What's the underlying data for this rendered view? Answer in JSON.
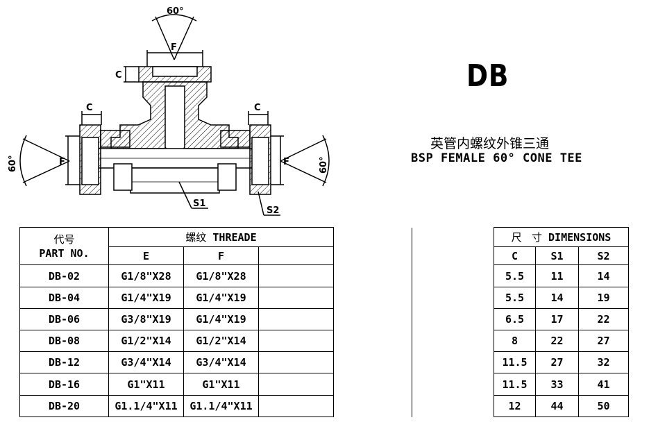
{
  "drawing": {
    "angle_label": "60°",
    "dim_f": "F",
    "dim_c": "C",
    "dim_s1": "S1",
    "dim_s2": "S2"
  },
  "header": {
    "code": "DB",
    "title_cn": "英管内螺纹外锥三通",
    "title_en": "BSP FEMALE 60° CONE TEE"
  },
  "table": {
    "col_code_cn": "代号",
    "col_code_en": "PART NO.",
    "thread_group_cn": "螺纹",
    "thread_group_en": "THREADE",
    "col_e": "E",
    "col_f": "F",
    "dim_group_cn": "尺   寸",
    "dim_group_en": "DIMENSIONS",
    "col_c": "C",
    "col_s1": "S1",
    "col_s2": "S2",
    "rows": [
      {
        "part": "DB-02",
        "e": "G1/8\"X28",
        "f": "G1/8\"X28",
        "c": "5.5",
        "s1": "11",
        "s2": "14"
      },
      {
        "part": "DB-04",
        "e": "G1/4\"X19",
        "f": "G1/4\"X19",
        "c": "5.5",
        "s1": "14",
        "s2": "19"
      },
      {
        "part": "DB-06",
        "e": "G3/8\"X19",
        "f": "G1/4\"X19",
        "c": "6.5",
        "s1": "17",
        "s2": "22"
      },
      {
        "part": "DB-08",
        "e": "G1/2\"X14",
        "f": "G1/2\"X14",
        "c": "8",
        "s1": "22",
        "s2": "27"
      },
      {
        "part": "DB-12",
        "e": "G3/4\"X14",
        "f": "G3/4\"X14",
        "c": "11.5",
        "s1": "27",
        "s2": "32"
      },
      {
        "part": "DB-16",
        "e": "G1\"X11",
        "f": "G1\"X11",
        "c": "11.5",
        "s1": "33",
        "s2": "41"
      },
      {
        "part": "DB-20",
        "e": "G1.1/4\"X11",
        "f": "G1.1/4\"X11",
        "c": "12",
        "s1": "44",
        "s2": "50"
      }
    ]
  }
}
